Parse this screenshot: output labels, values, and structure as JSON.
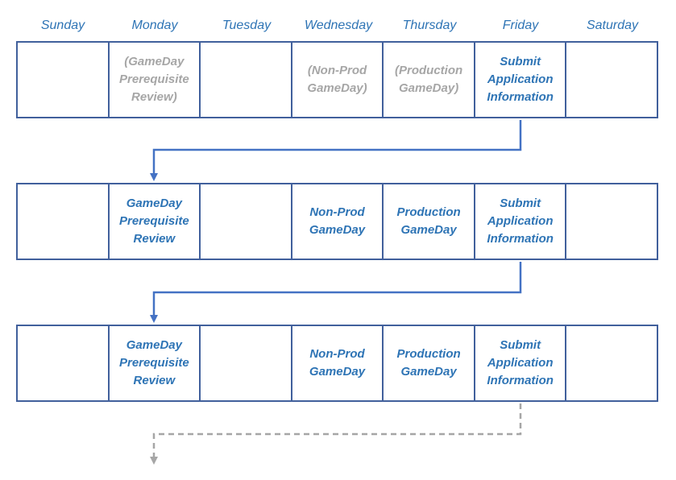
{
  "days": [
    "Sunday",
    "Monday",
    "Tuesday",
    "Wednesday",
    "Thursday",
    "Friday",
    "Saturday"
  ],
  "weeks": [
    {
      "cells": [
        {
          "text": "",
          "tentative": false
        },
        {
          "text": "(GameDay\nPrerequisite\nReview)",
          "tentative": true
        },
        {
          "text": "",
          "tentative": false
        },
        {
          "text": "(Non-Prod\nGameDay)",
          "tentative": true
        },
        {
          "text": "(Production\nGameDay)",
          "tentative": true
        },
        {
          "text": "Submit\nApplication\nInformation",
          "tentative": false
        },
        {
          "text": "",
          "tentative": false
        }
      ]
    },
    {
      "cells": [
        {
          "text": "",
          "tentative": false
        },
        {
          "text": "GameDay\nPrerequisite\nReview",
          "tentative": false
        },
        {
          "text": "",
          "tentative": false
        },
        {
          "text": "Non-Prod\nGameDay",
          "tentative": false
        },
        {
          "text": "Production\nGameDay",
          "tentative": false
        },
        {
          "text": "Submit\nApplication\nInformation",
          "tentative": false
        },
        {
          "text": "",
          "tentative": false
        }
      ]
    },
    {
      "cells": [
        {
          "text": "",
          "tentative": false
        },
        {
          "text": "GameDay\nPrerequisite\nReview",
          "tentative": false
        },
        {
          "text": "",
          "tentative": false
        },
        {
          "text": "Non-Prod\nGameDay",
          "tentative": false
        },
        {
          "text": "Production\nGameDay",
          "tentative": false
        },
        {
          "text": "Submit\nApplication\nInformation",
          "tentative": false
        },
        {
          "text": "",
          "tentative": false
        }
      ]
    }
  ],
  "colors": {
    "border": "#41609c",
    "text": "#2e74b5",
    "tentative_text": "#a6a6a6",
    "connector": "#4472c4",
    "connector_continuation": "#a6a6a6"
  }
}
